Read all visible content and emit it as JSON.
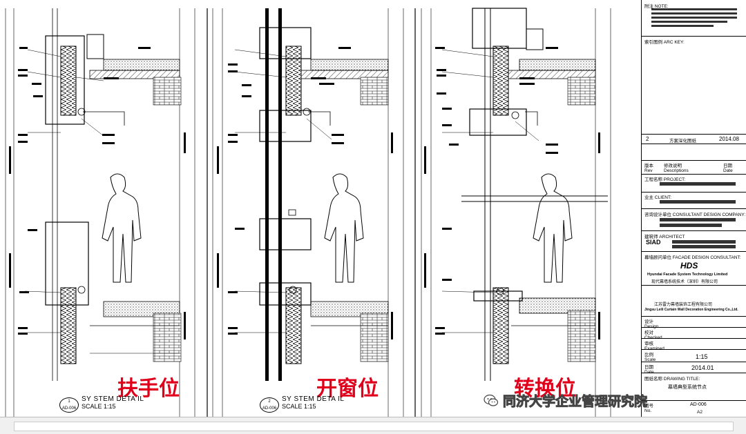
{
  "panels": [
    {
      "label": "扶手位",
      "detail_num": "1",
      "detail_ref": "AD-006",
      "detail_title": "SY STEM DETA IL",
      "scale": "SCALE 1:15"
    },
    {
      "label": "开窗位",
      "detail_num": "2",
      "detail_ref": "AD-006",
      "detail_title": "SY STEM DETA IL",
      "scale": "SCALE 1:15"
    },
    {
      "label": "转换位",
      "detail_num": "",
      "detail_ref": "",
      "detail_title": "",
      "scale": ""
    }
  ],
  "title_block": {
    "note_label": "附注 NOTE:",
    "key_label": "索引图例 ARC KEY:",
    "rev_row": {
      "num": "2",
      "desc": "方案深化图纸",
      "date": "2014.08"
    },
    "rev_header": {
      "num": "版本\nRev",
      "desc": "修改说明\nDescriptions",
      "date": "日期\nDate"
    },
    "project_label": "工程名称 PROJECT:",
    "client_label": "业主 CLIENT:",
    "consultant_label": "咨询设计单位 CONSULTANT DESIGN COMPANY:",
    "architect_label": "建筑师 ARCHITECT",
    "siad": "SIAD",
    "facade_label": "幕墙顾问单位 FACADE DESIGN CONSULTANT:",
    "hds_logo": "HDS",
    "hds_en": "Hyundai Facade System Technology Limited",
    "hds_cn": "现代幕墙系统技术（深圳）有限公司",
    "jg_cn": "江苏雷力幕墙装饰工程有限公司",
    "jg_en": "Jingsu Leili Curtain Wall Decoration Engineering Co.,Ltd.",
    "design_label": "设计\nDesign",
    "checked_label": "校对\nChecked",
    "examined_label": "审核\nExamined",
    "scale_label": "比例\nScale",
    "scale_value": "1:15",
    "date_label": "日期\nDate",
    "date_value": "2014.01",
    "drawing_title_label": "图纸名称 DRAWING TITLE:",
    "drawing_title": "幕墙典型系统节点",
    "no_label": "图号\nNo.",
    "no_value": "AD-006",
    "size_value": "A2"
  },
  "watermark": "同济大学企业管理研究院"
}
